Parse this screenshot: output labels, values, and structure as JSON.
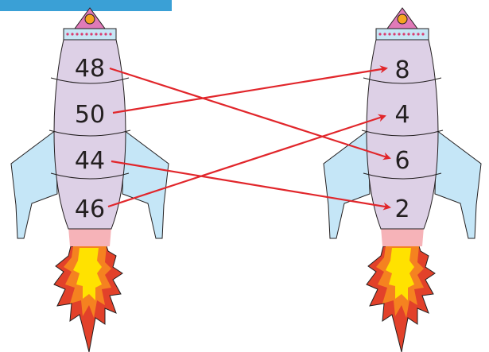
{
  "left_rocket": {
    "numbers": [
      "48",
      "50",
      "44",
      "46"
    ]
  },
  "right_rocket": {
    "numbers": [
      "8",
      "4",
      "6",
      "2"
    ]
  },
  "matches": [
    {
      "from": "48",
      "to": "6"
    },
    {
      "from": "50",
      "to": "8"
    },
    {
      "from": "44",
      "to": "2"
    },
    {
      "from": "46",
      "to": "4"
    }
  ],
  "colors": {
    "banner": "#3aa0d6",
    "body": "#ddd0e6",
    "fins": "#c5e6f7",
    "nose": "#e07ab8",
    "nose_band": "#c7e6f5",
    "dots": "#d93c6f",
    "porthole": "#f6a421",
    "nozzle": "#f6b3b8",
    "flame_outer": "#e2412a",
    "flame_mid": "#f58220",
    "flame_inner": "#ffe200",
    "arrow": "#e1262b",
    "outline": "#231f20"
  }
}
